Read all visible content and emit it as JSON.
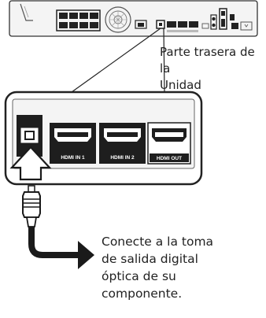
{
  "rear_panel_label": "Parte trasera de la\nUnidad",
  "port_labels": [
    "HDMI IN 1",
    "HDMI IN 2",
    "HDMI OUT"
  ],
  "callout_text": "Conecte a la toma\nde salida digital\nóptica de su\ncomponente.",
  "colors": {
    "ink": "#1a1a1a",
    "panel": "#f4f4f4",
    "hdmi_out_bg": "#1e1e1e"
  },
  "icons": [
    "optical-port-icon",
    "up-arrow-icon",
    "right-arrow-icon",
    "optical-plug-icon"
  ]
}
